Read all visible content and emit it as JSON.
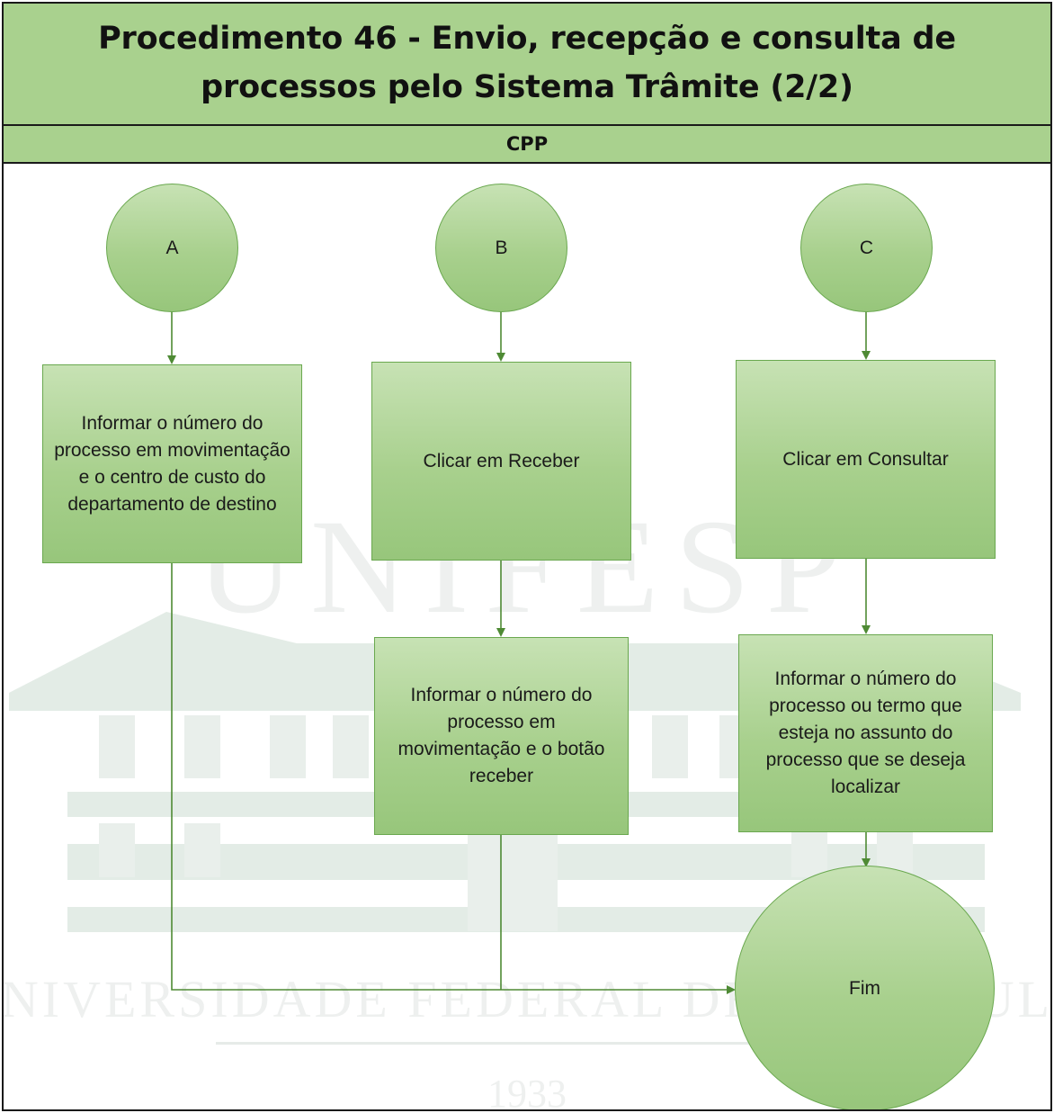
{
  "header": {
    "title": "Procedimento 46 - Envio, recepção e consulta de processos pelo Sistema Trâmite (2/2)",
    "lane": "CPP"
  },
  "watermark": {
    "logo_text": "UNIFESP",
    "institution": "UNIVERSIDADE FEDERAL DE SÃO PAULO",
    "year": "1933"
  },
  "flow": {
    "connector_a": "A",
    "connector_b": "B",
    "connector_c": "C",
    "step_a1": "Informar o número do processo em movimentação e o centro de custo do departamento de destino",
    "step_b1": "Clicar em Receber",
    "step_b2": "Informar o número do processo em movimentação e o botão receber",
    "step_c1": "Clicar em Consultar",
    "step_c2": "Informar o número do processo ou termo que esteja no assunto do processo que se deseja localizar",
    "end": "Fim"
  },
  "colors": {
    "fill": "#a9d18e",
    "stroke": "#6aa84f",
    "line": "#4e8a34",
    "watermark": "#dfe8e2"
  }
}
